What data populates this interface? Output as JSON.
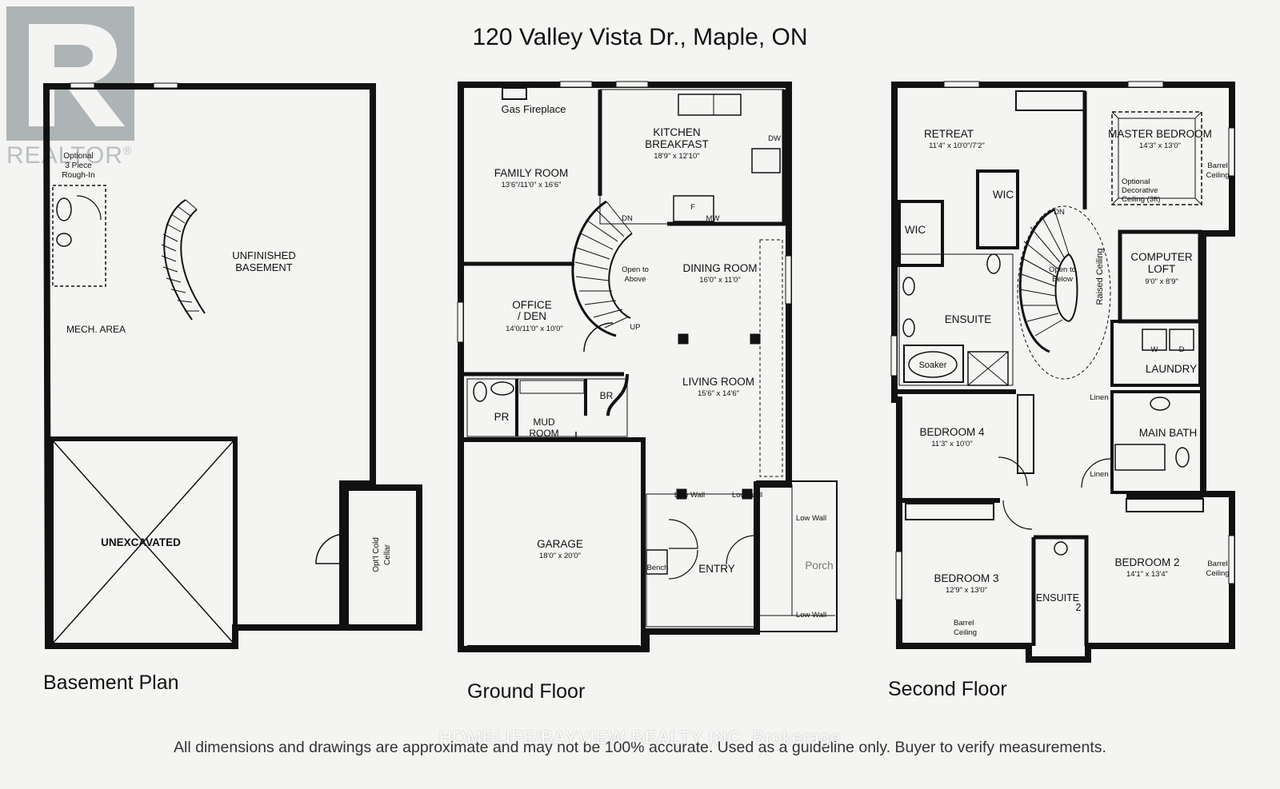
{
  "header": {
    "title": "120 Valley Vista Dr., Maple, ON"
  },
  "logo": {
    "text": "REALTOR",
    "mark": "®",
    "icon": "realtor-r-logo"
  },
  "basement": {
    "caption": "Basement Plan",
    "rooms": {
      "optional": "Optional",
      "three_piece": "3 Piece",
      "rough_in": "Rough-In",
      "unfinished": "UNFINISHED",
      "basement": "BASEMENT",
      "mech": "MECH. AREA",
      "unexcavated": "UNEXCAVATED",
      "cold1": "Opt'l Cold",
      "cold2": "Cellar"
    }
  },
  "ground": {
    "caption": "Ground Floor",
    "rooms": {
      "gas_fireplace": "Gas Fireplace",
      "kitchen": "KITCHEN",
      "breakfast": "BREAKFAST",
      "kitchen_dim": "18'9\" x 12'10\"",
      "dw": "DW",
      "mw": "MW",
      "fridge": "F",
      "family": "FAMILY ROOM",
      "family_dim": "13'6\"/11'0\" x 16'6\"",
      "dn": "DN",
      "open_to": "Open to",
      "above": "Above",
      "dining": "DINING ROOM",
      "dining_dim": "16'0\" x 11'0\"",
      "office1": "OFFICE",
      "office2": "/ DEN",
      "office_dim": "14'0/11'0\" x 10'0\"",
      "up": "UP",
      "living": "LIVING ROOM",
      "living_dim": "15'6\" x 14'6\"",
      "pr": "PR",
      "br": "BR",
      "mud1": "MUD",
      "mud2": "ROOM",
      "garage": "GARAGE",
      "garage_dim": "18'0\" x 20'0\"",
      "low_wall1": "Low Wall",
      "low_wall2": "Low Wall",
      "low_wall3": "Low Wall",
      "low_wall4": "Low Wall",
      "bench": "Bench",
      "entry": "ENTRY",
      "porch": "Porch"
    }
  },
  "second": {
    "caption": "Second Floor",
    "rooms": {
      "retreat": "RETREAT",
      "retreat_dim": "11'4\" x 10'0\"/7'2\"",
      "master": "MASTER BEDROOM",
      "master_dim": "14'3\" x 13'0\"",
      "barrel1": "Barrel",
      "ceiling1": "Ceiling",
      "opt_deco1": "Optional",
      "opt_deco2": "Decorative",
      "opt_deco3": "Ceiling (3ft)",
      "wic1": "WIC",
      "wic2": "WIC",
      "dn": "DN",
      "open_to": "Open to",
      "below": "Below",
      "raised": "Raised Ceiling",
      "computer": "COMPUTER",
      "loft": "LOFT",
      "loft_dim": "9'0\" x 8'9\"",
      "ensuite": "ENSUITE",
      "soaker": "Soaker",
      "laundry": "LAUNDRY",
      "w": "W",
      "d": "D",
      "linen1": "Linen",
      "linen2": "Linen",
      "bedroom4": "BEDROOM 4",
      "bedroom4_dim": "11'3\" x 10'0\"",
      "main_bath": "MAIN BATH",
      "bedroom3": "BEDROOM 3",
      "bedroom3_dim": "12'9\" x 13'0\"",
      "barrel2": "Barrel",
      "ceiling2": "Ceiling",
      "ensuite2": "ENSUITE",
      "ensuite2_num": "2",
      "bedroom2": "BEDROOM 2",
      "bedroom2_dim": "14'1\" x 13'4\"",
      "barrel3": "Barrel",
      "ceiling3": "Ceiling"
    }
  },
  "footer": {
    "disclaimer": "All dimensions and drawings are approximate and may not be 100% accurate. Used as a guideline only. Buyer to verify measurements.",
    "watermark": "HOMELIFE/BAYVIEW REALTY INC. Brokerage"
  }
}
